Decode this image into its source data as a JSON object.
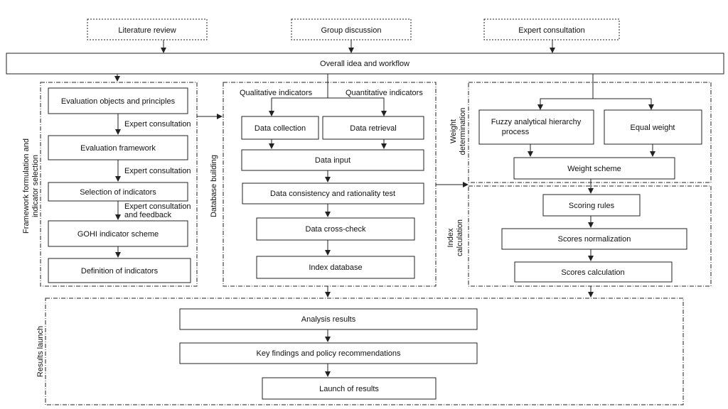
{
  "sources": {
    "literature": "Literature review",
    "group": "Group discussion",
    "expert": "Expert consultation"
  },
  "workflow": "Overall idea and workflow",
  "framework": {
    "title_line1": "Framework formulation and",
    "title_line2": "indicator selection",
    "objects": "Evaluation objects and principles",
    "expert1": "Expert consultation",
    "evaluation_framework": "Evaluation framework",
    "expert2": "Expert consultation",
    "selection": "Selection of indicators",
    "expert3_line1": "Expert consultation",
    "expert3_line2": "and feedback",
    "scheme": "GOHI indicator scheme",
    "definition": "Definition of indicators"
  },
  "database": {
    "title": "Database building",
    "qualitative": "Qualitative indicators",
    "quantitative": "Quantitative indicators",
    "collection": "Data collection",
    "retrieval": "Data retrieval",
    "input": "Data input",
    "consistency": "Data consistency and rationality test",
    "crosscheck": "Data cross-check",
    "index_db": "Index database"
  },
  "weight": {
    "title_line1": "Weight",
    "title_line2": "determination",
    "fahp_line1": "Fuzzy analytical hierarchy",
    "fahp_line2": "process",
    "equal": "Equal weight",
    "scheme": "Weight scheme"
  },
  "index": {
    "title_line1": "Index",
    "title_line2": "calculation",
    "scoring": "Scoring rules",
    "normalization": "Scores normalization",
    "calculation": "Scores calculation"
  },
  "results": {
    "title": "Results launch",
    "analysis": "Analysis results",
    "findings": "Key findings and policy recommendations",
    "launch": "Launch of results"
  }
}
